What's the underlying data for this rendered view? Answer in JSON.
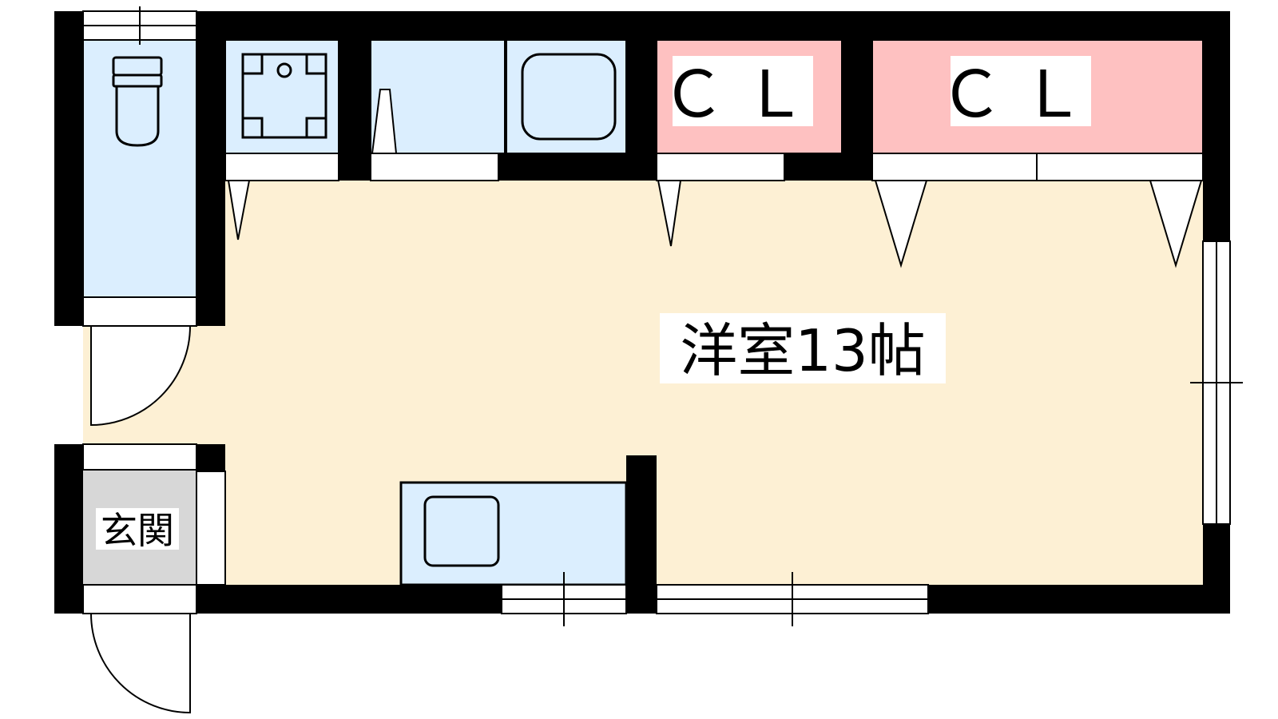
{
  "labels": {
    "closet_left": "ＣＬ",
    "closet_right": "ＣＬ",
    "main_room": "洋室13帖",
    "entrance": "玄関"
  },
  "colors": {
    "wall": "#000000",
    "main_room_fill": "#fdf0d4",
    "wet_area_fill": "#dbeefe",
    "closet_fill": "#fec1c1",
    "entrance_fill": "#d7d7d7",
    "label_bg": "#ffffff",
    "line": "#000000"
  }
}
